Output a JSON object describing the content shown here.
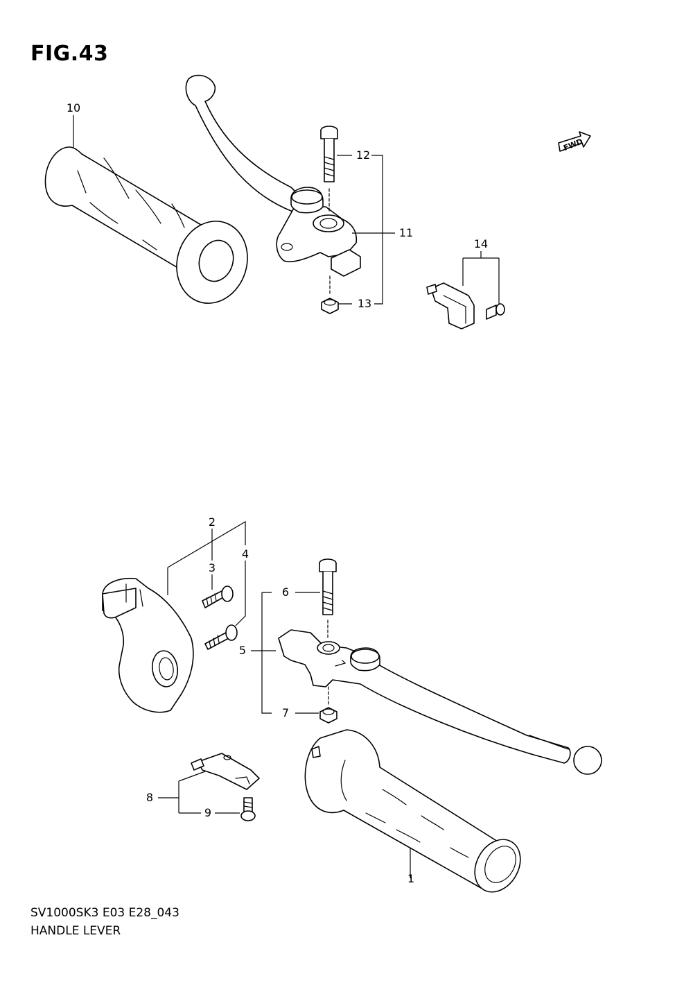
{
  "figure": {
    "title": "FIG.43",
    "code": "SV1000SK3 E03 E28_043",
    "name": "HANDLE LEVER",
    "fwd_label": "FWD"
  },
  "callouts": [
    "1",
    "2",
    "3",
    "4",
    "5",
    "6",
    "7",
    "8",
    "9",
    "10",
    "11",
    "12",
    "13",
    "14"
  ]
}
